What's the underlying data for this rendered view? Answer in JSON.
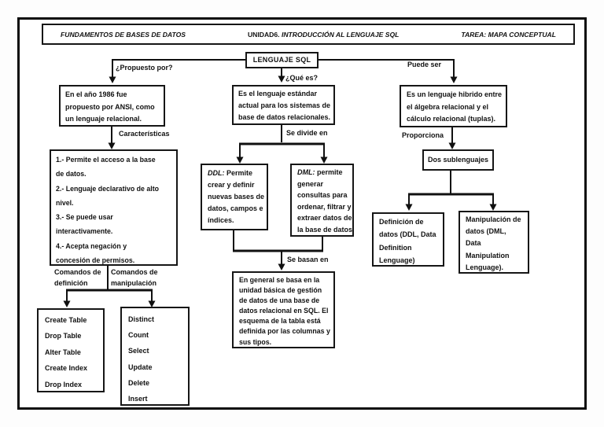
{
  "header": {
    "course": "FUNDAMENTOS DE BASES DE DATOS",
    "unit": "UNIDAD6.",
    "unit_title": "INTRODUCCIÓN AL LENGUAJE SQL",
    "task": "TAREA: MAPA CONCEPTUAL"
  },
  "root": {
    "label": "LENGUAJE SQL"
  },
  "edges": {
    "propuesto_por": "¿Propuesto por?",
    "que_es": "¿Qué es?",
    "puede_ser": "Puede ser",
    "caracteristicas": "Características",
    "se_divide_en": "Se divide en",
    "se_basan_en": "Se basan en",
    "proporciona": "Proporciona",
    "comandos_definicion_lines": [
      "Comandos de",
      "definición"
    ],
    "comandos_manipulacion_lines": [
      "Comandos de",
      "manipulación"
    ]
  },
  "nodes": {
    "ansi": {
      "lines": [
        "En el año 1986 fue",
        "propuesto por ANSI, como",
        "un lenguaje relacional."
      ]
    },
    "caracteristicas": {
      "lines": [
        "1.- Permite el acceso a la base",
        "de datos.",
        "2.- Lenguaje declarativo de alto",
        "nivel.",
        "3.- Se puede usar",
        "interactivamente.",
        "4.- Acepta negación y",
        "concesión de permisos."
      ]
    },
    "comandos_definicion": {
      "items": [
        "Create Table",
        "Drop Table",
        "Alter Table",
        "Create Index",
        "Drop Index"
      ]
    },
    "comandos_manipulacion": {
      "items": [
        "Distinct",
        "Count",
        "Select",
        "Update",
        "Delete",
        "Insert"
      ]
    },
    "estandar": {
      "lines": [
        "Es el lenguaje estándar",
        "actual para los sistemas de",
        "base de datos relacionales."
      ]
    },
    "ddl": {
      "prefix": "DDL:",
      "first_rest": " Permite",
      "lines": [
        "crear y definir",
        "nuevas bases de",
        "datos, campos e",
        "índices."
      ]
    },
    "dml": {
      "prefix": "DML:",
      "first_rest": " permite",
      "lines": [
        "generar",
        "consultas para",
        "ordenar, filtrar y",
        "extraer datos de",
        "la base de datos."
      ]
    },
    "se_basan": {
      "lines": [
        "En general se basa en la",
        "unidad básica de gestión",
        "de datos de una base de",
        "datos relacional en SQL. El",
        "esquema de la tabla está",
        "definida por las columnas y",
        "sus tipos."
      ]
    },
    "hibrido": {
      "lines": [
        "Es un lenguaje hibrido entre",
        "el álgebra relacional y el",
        "cálculo relacional (tuplas)."
      ]
    },
    "dos_sublenguajes": {
      "label": "Dos sublenguajes"
    },
    "definicion": {
      "lines": [
        "Definición de",
        "datos (DDL, Data",
        "Definition",
        "Lenguage)"
      ]
    },
    "manipulacion": {
      "lines": [
        "Manipulación de",
        "datos  (DML,",
        "Data",
        "Manipulation",
        "Lenguage)."
      ]
    }
  },
  "colors": {
    "ink": "#111111",
    "paper": "#ffffff",
    "frame": "#0b0b0b"
  }
}
